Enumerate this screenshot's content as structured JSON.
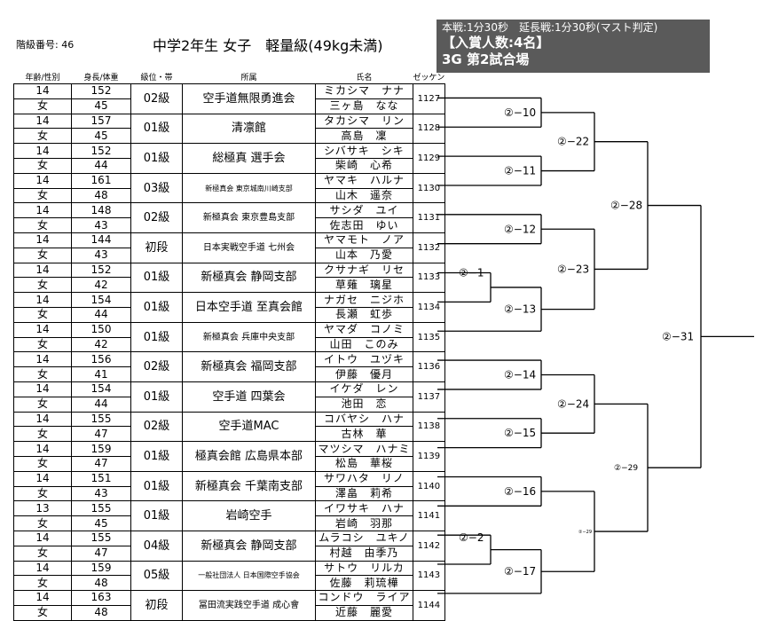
{
  "header": {
    "class_no_label": "階級番号: 46",
    "title": "中学2年生 女子　軽量級(49kg未満)",
    "rules": "本戦:1分30秒　延長戦:1分30秒(マスト判定)",
    "winners": "【入賞人数:4名】",
    "venue": "3G 第2試合場"
  },
  "columns": {
    "age_gender": "年齢/性別",
    "height_weight": "身長/体重",
    "grade": "級位・帯",
    "affiliation": "所属",
    "name": "氏名",
    "zekken": "ゼッケン"
  },
  "entries": [
    {
      "age": "14",
      "gender": "女",
      "height": "152",
      "weight": "45",
      "grade": "02級",
      "affiliation": "空手道無限勇進会",
      "kana": "ミカシマ　ナナ",
      "name": "三ヶ島　なな",
      "zekken": "1127"
    },
    {
      "age": "14",
      "gender": "女",
      "height": "157",
      "weight": "45",
      "grade": "01級",
      "affiliation": "清凛館",
      "kana": "タカシマ　リン",
      "name": "高島　凜",
      "zekken": "1128"
    },
    {
      "age": "14",
      "gender": "女",
      "height": "152",
      "weight": "44",
      "grade": "01級",
      "affiliation": "総極真 選手会",
      "kana": "シバサキ　シキ",
      "name": "柴崎　心希",
      "zekken": "1129"
    },
    {
      "age": "14",
      "gender": "女",
      "height": "161",
      "weight": "48",
      "grade": "03級",
      "affiliation": "新極真会 東京城南川崎支部",
      "kana": "ヤマキ　ハルナ",
      "name": "山木　遥奈",
      "zekken": "1130"
    },
    {
      "age": "14",
      "gender": "女",
      "height": "148",
      "weight": "43",
      "grade": "02級",
      "affiliation": "新極真会 東京豊島支部",
      "kana": "サシダ　ユイ",
      "name": "佐志田　ゆい",
      "zekken": "1131"
    },
    {
      "age": "14",
      "gender": "女",
      "height": "144",
      "weight": "43",
      "grade": "初段",
      "affiliation": "日本実戦空手道 七州会",
      "kana": "ヤマモト　ノア",
      "name": "山本　乃愛",
      "zekken": "1132"
    },
    {
      "age": "14",
      "gender": "女",
      "height": "152",
      "weight": "42",
      "grade": "01級",
      "affiliation": "新極真会 静岡支部",
      "kana": "クサナギ　リセ",
      "name": "草薙　璃星",
      "zekken": "1133"
    },
    {
      "age": "14",
      "gender": "女",
      "height": "154",
      "weight": "44",
      "grade": "01級",
      "affiliation": "日本空手道 至真会館",
      "kana": "ナガセ　ニジホ",
      "name": "長瀬　虹歩",
      "zekken": "1134"
    },
    {
      "age": "14",
      "gender": "女",
      "height": "150",
      "weight": "42",
      "grade": "01級",
      "affiliation": "新極真会 兵庫中央支部",
      "kana": "ヤマダ　コノミ",
      "name": "山田　このみ",
      "zekken": "1135"
    },
    {
      "age": "14",
      "gender": "女",
      "height": "156",
      "weight": "41",
      "grade": "02級",
      "affiliation": "新極真会 福岡支部",
      "kana": "イトウ　ユヅキ",
      "name": "伊藤　優月",
      "zekken": "1136"
    },
    {
      "age": "14",
      "gender": "女",
      "height": "154",
      "weight": "44",
      "grade": "01級",
      "affiliation": "空手道 四葉会",
      "kana": "イケダ　レン",
      "name": "池田　恋",
      "zekken": "1137"
    },
    {
      "age": "14",
      "gender": "女",
      "height": "155",
      "weight": "47",
      "grade": "02級",
      "affiliation": "空手道MAC",
      "kana": "コバヤシ　ハナ",
      "name": "古林　華",
      "zekken": "1138"
    },
    {
      "age": "14",
      "gender": "女",
      "height": "159",
      "weight": "47",
      "grade": "01級",
      "affiliation": "極真会館 広島県本部",
      "kana": "マツシマ　ハナミ",
      "name": "松島　華桜",
      "zekken": "1139"
    },
    {
      "age": "14",
      "gender": "女",
      "height": "151",
      "weight": "43",
      "grade": "01級",
      "affiliation": "新極真会 千葉南支部",
      "kana": "サワハタ　リノ",
      "name": "澤畠　莉希",
      "zekken": "1140"
    },
    {
      "age": "13",
      "gender": "女",
      "height": "155",
      "weight": "45",
      "grade": "01級",
      "affiliation": "岩崎空手",
      "kana": "イワサキ　ハナ",
      "name": "岩崎　羽那",
      "zekken": "1141"
    },
    {
      "age": "14",
      "gender": "女",
      "height": "155",
      "weight": "47",
      "grade": "04級",
      "affiliation": "新極真会 静岡支部",
      "kana": "ムラコシ　ユキノ",
      "name": "村越　由季乃",
      "zekken": "1142"
    },
    {
      "age": "14",
      "gender": "女",
      "height": "159",
      "weight": "48",
      "grade": "05級",
      "affiliation": "一般社団法人 日本国際空手協会",
      "kana": "サトウ　リルカ",
      "name": "佐藤　莉琉樺",
      "zekken": "1143"
    },
    {
      "age": "14",
      "gender": "女",
      "height": "163",
      "weight": "48",
      "grade": "初段",
      "affiliation": "冨田流実践空手道 成心會",
      "kana": "コンドウ　ライア",
      "name": "近藤　麗愛",
      "zekken": "1144"
    }
  ],
  "bracket": {
    "matches": [
      "②−1",
      "②−2",
      "②−10",
      "②−11",
      "②−12",
      "②−13",
      "②−14",
      "②−15",
      "②−16",
      "②−17",
      "②−22",
      "②−23",
      "②−24",
      "②−28",
      "②−29",
      "②−31",
      "②−29"
    ]
  }
}
